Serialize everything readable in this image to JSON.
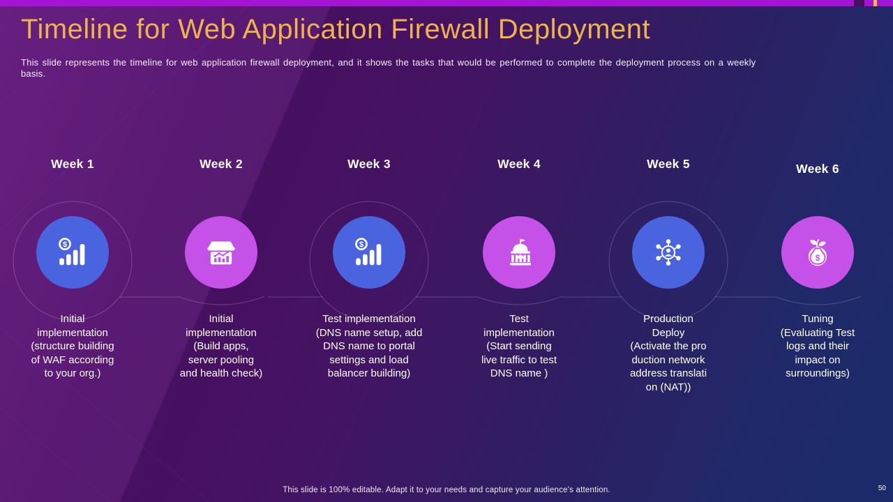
{
  "slide": {
    "title": "Timeline for Web Application Firewall Deployment",
    "subtitle": "This slide represents the timeline for web application firewall deployment, and it shows the tasks that would be performed to complete the deployment process on a weekly basis.",
    "footer": "This slide is 100% editable. Adapt it to your needs and capture your audience's attention.",
    "page_number": "50"
  },
  "colors": {
    "title_text": "#EEB34A",
    "top_bar": "#A315D2",
    "accent_tick": "#EEBC3F",
    "blue_circle": "#4A63DE",
    "magenta_circle": "#C551E8",
    "background_top_left": "#5B1377",
    "background_bottom_right": "#1A2A6B",
    "body_text": "#FFFFFF"
  },
  "weeks": [
    {
      "label": "Week 1",
      "icon": "revenue-growth-icon",
      "circle_color": "blue",
      "desc": "Initial\nimplementation\n(structure building\nof WAF according\nto your org.)"
    },
    {
      "label": "Week 2",
      "icon": "storefront-analytics-icon",
      "circle_color": "magenta",
      "desc": "Initial\nimplementation\n(Build apps,\nserver pooling\nand health check)"
    },
    {
      "label": "Week 3",
      "icon": "revenue-growth-icon",
      "circle_color": "blue",
      "desc": "Test implementation\n(DNS name setup, add\nDNS name to portal\nsettings and load\nbalancer building)"
    },
    {
      "label": "Week 4",
      "icon": "government-building-icon",
      "circle_color": "magenta",
      "desc": "Test\nimplementation\n(Start sending\nlive traffic to test\nDNS name )"
    },
    {
      "label": "Week 5",
      "icon": "user-network-icon",
      "circle_color": "blue",
      "desc": "Production\nDeploy\n(Activate the pro\nduction network\naddress translati\non (NAT))"
    },
    {
      "label": "Week 6",
      "icon": "money-growth-icon",
      "circle_color": "magenta",
      "desc": "Tuning\n(Evaluating Test\nlogs and their\nimpact on\nsurroundings)"
    }
  ]
}
